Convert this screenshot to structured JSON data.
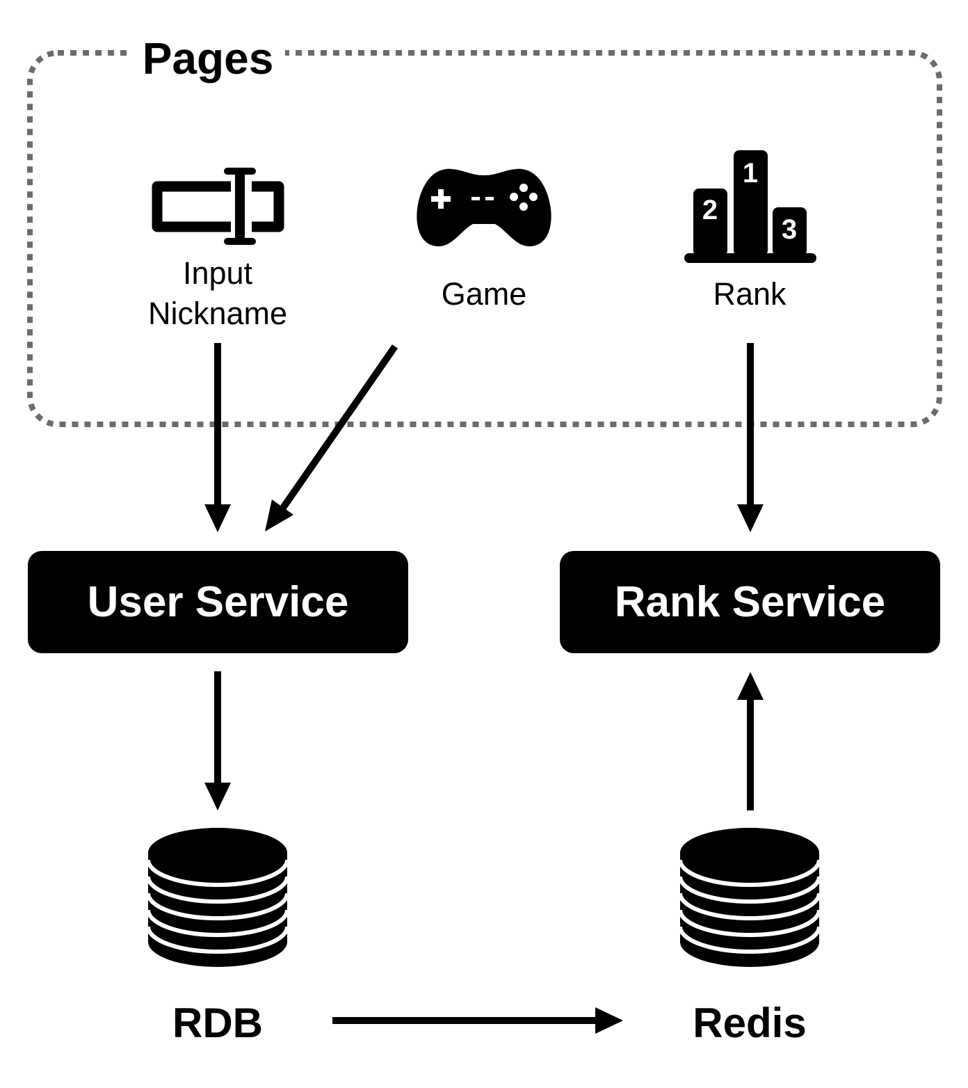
{
  "group": {
    "title": "Pages"
  },
  "pages": [
    {
      "id": "input",
      "label_lines": [
        "Input",
        "Nickname"
      ],
      "icon": "text-input-icon"
    },
    {
      "id": "game",
      "label_lines": [
        "Game"
      ],
      "icon": "gamepad-icon"
    },
    {
      "id": "rank",
      "label_lines": [
        "Rank"
      ],
      "icon": "podium-icon",
      "podium_numbers": [
        "1",
        "2",
        "3"
      ]
    }
  ],
  "services": {
    "user": "User Service",
    "rank": "Rank Service"
  },
  "databases": {
    "rdb": {
      "label": "RDB",
      "icon": "database-icon"
    },
    "redis": {
      "label": "Redis",
      "icon": "database-icon"
    }
  },
  "edges": [
    {
      "from": "Input Nickname",
      "to": "User Service"
    },
    {
      "from": "Game",
      "to": "User Service"
    },
    {
      "from": "Rank",
      "to": "Rank Service"
    },
    {
      "from": "User Service",
      "to": "RDB"
    },
    {
      "from": "Redis",
      "to": "Rank Service"
    },
    {
      "from": "RDB",
      "to": "Redis"
    }
  ],
  "colors": {
    "foreground": "#000000",
    "background": "#ffffff",
    "group_border": "#6b6b6b"
  }
}
